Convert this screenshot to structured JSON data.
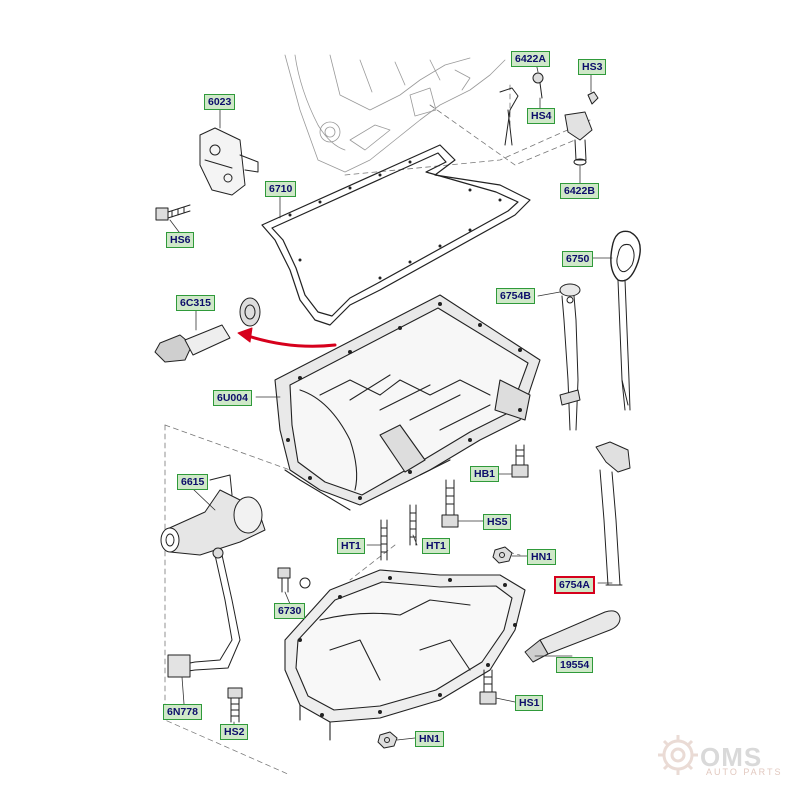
{
  "diagram": {
    "callouts": [
      {
        "id": "6422A",
        "highlight": false
      },
      {
        "id": "HS3",
        "highlight": false
      },
      {
        "id": "HS4",
        "highlight": false
      },
      {
        "id": "6422B",
        "highlight": false
      },
      {
        "id": "6023",
        "highlight": false
      },
      {
        "id": "6710",
        "highlight": false
      },
      {
        "id": "HS6",
        "highlight": false
      },
      {
        "id": "6750",
        "highlight": false
      },
      {
        "id": "6754B",
        "highlight": false
      },
      {
        "id": "6C315",
        "highlight": false
      },
      {
        "id": "6U004",
        "highlight": false
      },
      {
        "id": "HB1",
        "highlight": false
      },
      {
        "id": "6615",
        "highlight": false
      },
      {
        "id": "HS5",
        "highlight": false
      },
      {
        "id": "HT1",
        "highlight": false
      },
      {
        "id": "HT1",
        "highlight": false
      },
      {
        "id": "HN1",
        "highlight": false
      },
      {
        "id": "6754A",
        "highlight": true
      },
      {
        "id": "6730",
        "highlight": false
      },
      {
        "id": "19554",
        "highlight": false
      },
      {
        "id": "6N778",
        "highlight": false
      },
      {
        "id": "HS1",
        "highlight": false
      },
      {
        "id": "HS2",
        "highlight": false
      },
      {
        "id": "HN1",
        "highlight": false
      }
    ],
    "colors": {
      "label_fill": "#cfe8c8",
      "label_border": "#2f9a3a",
      "label_text": "#0d0d6b",
      "highlight": "#d6001c",
      "arrow": "#d6001c"
    }
  },
  "watermark": {
    "brand": "OMS",
    "tagline": "AUTO PARTS"
  }
}
